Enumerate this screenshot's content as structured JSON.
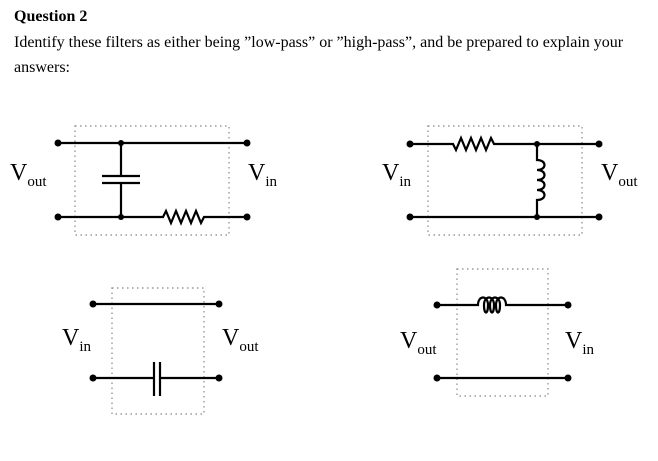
{
  "question": {
    "title": "Question 2",
    "text": "Identify these filters as either being ”low-pass” or ”high-pass”, and be prepared to explain your answers:"
  },
  "circuits": [
    {
      "left_label": {
        "main": "V",
        "sub": "out"
      },
      "right_label": {
        "main": "V",
        "sub": "in"
      },
      "components": [
        "capacitor-shunt",
        "resistor-series"
      ]
    },
    {
      "left_label": {
        "main": "V",
        "sub": "in"
      },
      "right_label": {
        "main": "V",
        "sub": "out"
      },
      "components": [
        "resistor-series",
        "inductor-shunt"
      ]
    },
    {
      "left_label": {
        "main": "V",
        "sub": "in"
      },
      "right_label": {
        "main": "V",
        "sub": "out"
      },
      "components": [
        "capacitor-series"
      ]
    },
    {
      "left_label": {
        "main": "V",
        "sub": "out"
      },
      "right_label": {
        "main": "V",
        "sub": "in"
      },
      "components": [
        "inductor-series"
      ]
    }
  ]
}
